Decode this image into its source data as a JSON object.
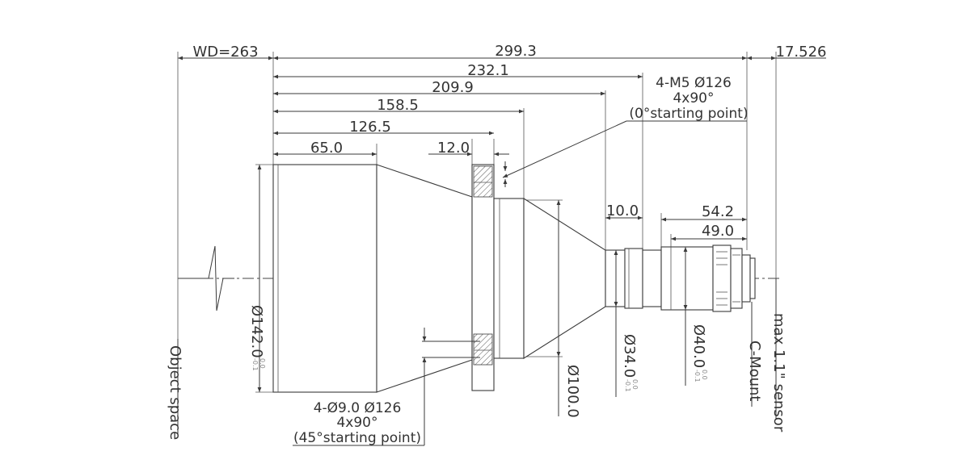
{
  "dimensions": {
    "wd": "WD=263",
    "total_length": "299.3",
    "back_focus": "17.526",
    "d232": "232.1",
    "d209": "209.9",
    "d158": "158.5",
    "d126": "126.5",
    "d65": "65.0",
    "d12": "12.0",
    "d10": "10.0",
    "d54": "54.2",
    "d49": "49.0"
  },
  "callouts": {
    "m5_line1": "4-M5 Ø126",
    "m5_line2": "4x90°",
    "m5_line3": "(0°starting point)",
    "hole_line1": "4-Ø9.0  Ø126",
    "hole_line2": "4x90°",
    "hole_line3": "(45°starting point)"
  },
  "diameters": {
    "d142": "Ø142.0",
    "d142_tol_top": "0.0",
    "d142_tol_bot": "-0.1",
    "d100": "Ø100.0",
    "d34": "Ø34.0",
    "d34_tol_top": "0.0",
    "d34_tol_bot": "-0.1",
    "d40": "Ø40.0",
    "d40_tol_top": "0.0",
    "d40_tol_bot": "-0.1"
  },
  "labels": {
    "object_space": "Object space",
    "c_mount": "C-Mount",
    "sensor": "max 1.1\" sensor"
  }
}
